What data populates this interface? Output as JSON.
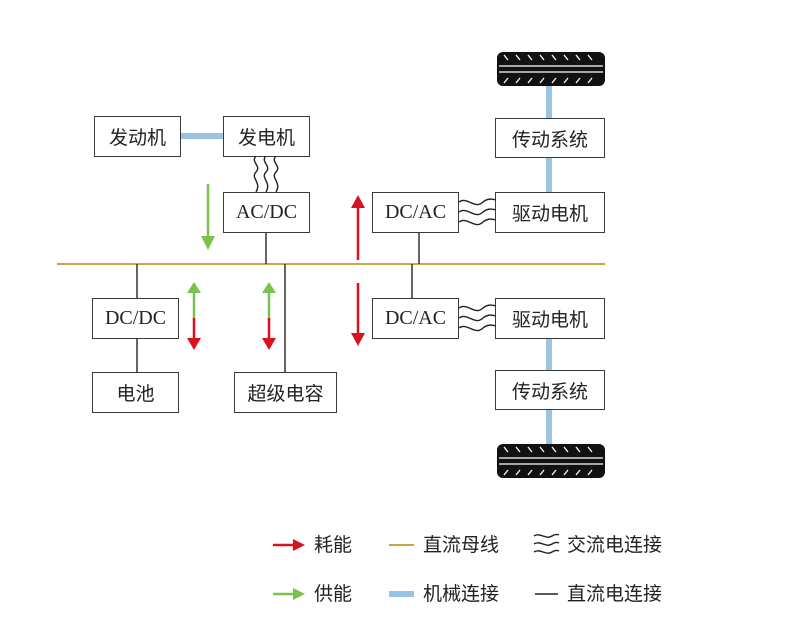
{
  "colors": {
    "dc_bus": "#c9a54a",
    "mechanical": "#9cc3e2",
    "consume_arrow": "#d7131f",
    "supply_arrow": "#7cc04e",
    "dc_wire": "#333333",
    "box_border": "#3a3a3a"
  },
  "nodes": {
    "engine": "发动机",
    "generator": "发电机",
    "acdc": "AC/DC",
    "dcdc": "DC/DC",
    "battery": "电池",
    "supercap": "超级电容",
    "dcac_top": "DC/AC",
    "dcac_bottom": "DC/AC",
    "motor_top": "驱动电机",
    "motor_bottom": "驱动电机",
    "transmission_top": "传动系统",
    "transmission_bottom": "传动系统"
  },
  "legend": {
    "consume": "耗能",
    "supply": "供能",
    "dc_bus": "直流母线",
    "mechanical": "机械连接",
    "ac_connection": "交流电连接",
    "dc_connection": "直流电连接"
  }
}
